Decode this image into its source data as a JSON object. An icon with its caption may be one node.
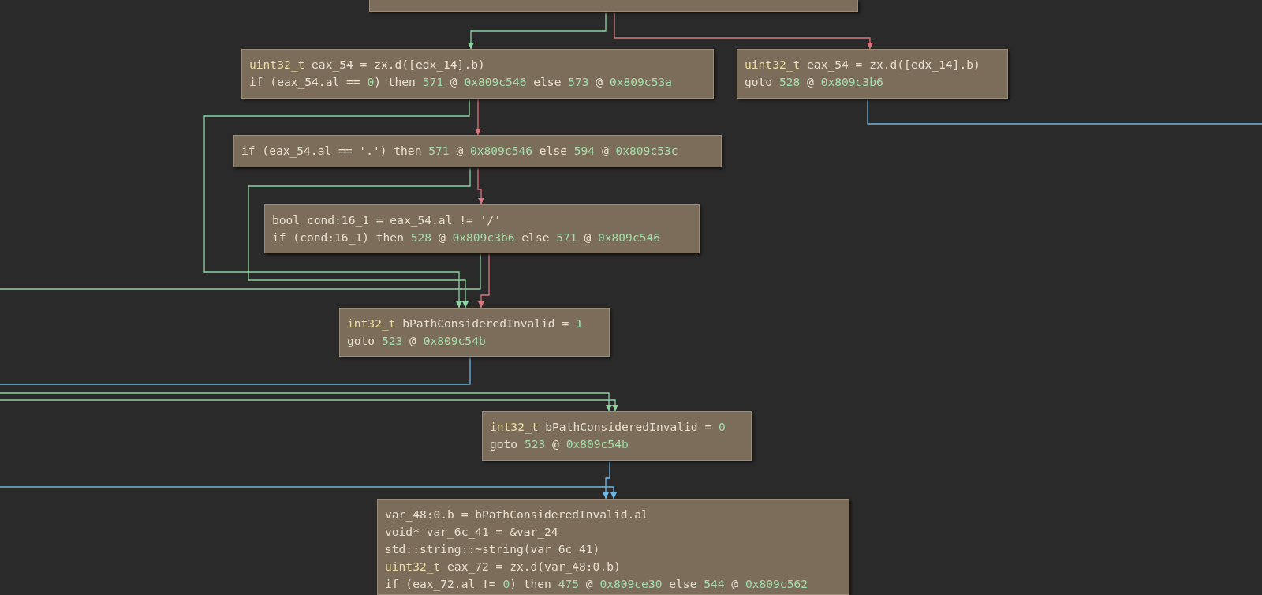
{
  "diagram": {
    "nodes": [
      {
        "text": [],
        "shape": "box"
      },
      {
        "text": [
          "uint32_t eax_54 = zx.d([edx_14].b)",
          "if (eax_54.al == 0) then 571 @ 0x809c546 else 573 @ 0x809c53a"
        ]
      },
      {
        "text": [
          "uint32_t eax_54 = zx.d([edx_14].b)",
          "goto 528 @ 0x809c3b6"
        ]
      },
      {
        "text": [
          "if (eax_54.al == '.') then 571 @ 0x809c546 else 594 @ 0x809c53c"
        ]
      },
      {
        "text": [
          "bool cond:16_1 = eax_54.al != '/'",
          "if (cond:16_1) then 528 @ 0x809c3b6 else 571 @ 0x809c546"
        ]
      },
      {
        "text": [
          "int32_t bPathConsideredInvalid = 1",
          "goto 523 @ 0x809c54b"
        ]
      },
      {
        "text": [
          "int32_t bPathConsideredInvalid = 0",
          "goto 523 @ 0x809c54b"
        ]
      },
      {
        "text": [
          "var_48:0.b = bPathConsideredInvalid.al",
          "void* var_6c_41 = &var_24",
          "std::string::~string(var_6c_41)",
          "uint32_t eax_72 = zx.d(var_48:0.b)",
          "if (eax_72.al != 0) then 475 @ 0x809ce30 else 544 @ 0x809c562"
        ]
      }
    ],
    "edges": [
      {
        "from": 0,
        "to": 1,
        "arrow": "to"
      },
      {
        "from": 0,
        "to": 2,
        "arrow": "to",
        "color": "#d9767c"
      },
      {
        "from": 1,
        "to": 3,
        "arrow": "to",
        "color": "#d9767c"
      },
      {
        "from": 1,
        "to": 5,
        "arrow": "to"
      },
      {
        "from": 2,
        "to": null,
        "arrow": "none",
        "color": "#6cb8e6"
      },
      {
        "from": 3,
        "to": 4,
        "arrow": "to",
        "color": "#d9767c"
      },
      {
        "from": 3,
        "to": 5,
        "arrow": "to"
      },
      {
        "from": 4,
        "to": null,
        "arrow": "none"
      },
      {
        "from": 4,
        "to": 5,
        "arrow": "to",
        "color": "#d9767c"
      },
      {
        "from": 5,
        "to": null,
        "arrow": "none",
        "color": "#6cb8e6"
      },
      {
        "from": null,
        "to": 6,
        "arrow": "to"
      },
      {
        "from": null,
        "to": 6,
        "arrow": "to"
      },
      {
        "from": 6,
        "to": 7,
        "arrow": "to",
        "color": "#6cb8e6"
      },
      {
        "from": null,
        "to": 7,
        "arrow": "to",
        "color": "#6cb8e6"
      }
    ]
  }
}
